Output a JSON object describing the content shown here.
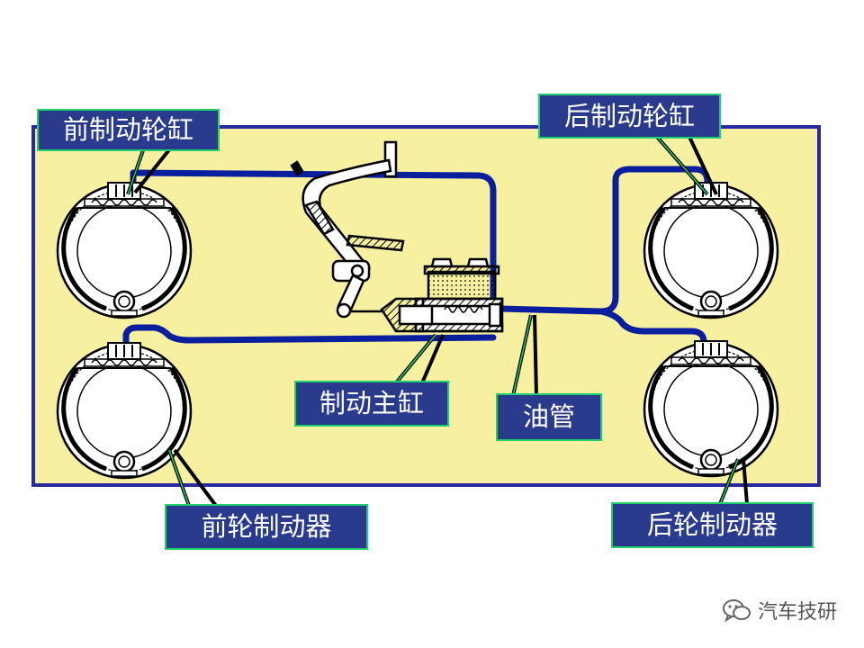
{
  "labels": {
    "front_wheel_cylinder": "前制动轮缸",
    "rear_wheel_cylinder": "后制动轮缸",
    "master_cylinder": "制动主缸",
    "oil_pipe": "油管",
    "front_brake": "前轮制动器",
    "rear_brake": "后轮制动器"
  },
  "watermark": "汽车技研",
  "colors": {
    "panel": "#f7f0a0",
    "frame": "#2828a0",
    "pipe": "#0a1f9e",
    "label_bg": "#2a3a8c",
    "label_border": "#1fd06a"
  },
  "icons": [
    "wechat-icon"
  ]
}
